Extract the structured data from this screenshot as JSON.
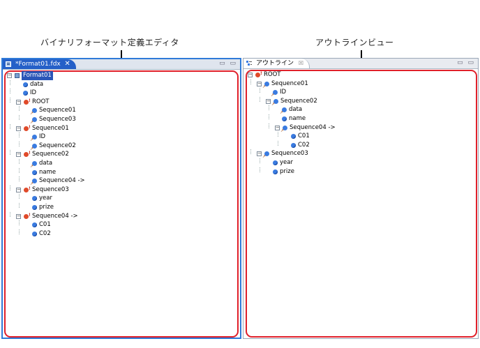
{
  "callouts": {
    "editor": "バイナリフォーマット定義エディタ",
    "outline": "アウトラインビュー"
  },
  "editor": {
    "tab_title": "*Format01.fdx",
    "tab_close": "✕",
    "window_controls": "▭ ▭",
    "tree": [
      {
        "label": "Format01",
        "depth": 0,
        "kind": "file",
        "expander": "−",
        "selected": true
      },
      {
        "label": "data",
        "depth": 1,
        "kind": "leaf"
      },
      {
        "label": "ID",
        "depth": 1,
        "kind": "leaf"
      },
      {
        "label": "ROOT",
        "depth": 1,
        "kind": "seq",
        "expander": "−"
      },
      {
        "label": "Sequence01",
        "depth": 2,
        "kind": "ref"
      },
      {
        "label": "Sequence03",
        "depth": 2,
        "kind": "ref"
      },
      {
        "label": "Sequence01",
        "depth": 1,
        "kind": "seq",
        "expander": "−"
      },
      {
        "label": "ID",
        "depth": 2,
        "kind": "ref"
      },
      {
        "label": "Sequence02",
        "depth": 2,
        "kind": "ref"
      },
      {
        "label": "Sequence02",
        "depth": 1,
        "kind": "seq",
        "expander": "−"
      },
      {
        "label": "data",
        "depth": 2,
        "kind": "ref"
      },
      {
        "label": "name",
        "depth": 2,
        "kind": "leaf"
      },
      {
        "label": "Sequence04 ->",
        "depth": 2,
        "kind": "ref"
      },
      {
        "label": "Sequence03",
        "depth": 1,
        "kind": "seq",
        "expander": "−"
      },
      {
        "label": "year",
        "depth": 2,
        "kind": "leaf"
      },
      {
        "label": "prize",
        "depth": 2,
        "kind": "leaf"
      },
      {
        "label": "Sequence04 ->",
        "depth": 1,
        "kind": "seq",
        "expander": "−"
      },
      {
        "label": "C01",
        "depth": 2,
        "kind": "leaf"
      },
      {
        "label": "C02",
        "depth": 2,
        "kind": "leaf"
      }
    ]
  },
  "outline": {
    "tab_title": "アウトライン",
    "tab_close": "☒",
    "window_controls": "▭ ▭",
    "tree": [
      {
        "label": "ROOT",
        "depth": 0,
        "kind": "seq",
        "expander": "−"
      },
      {
        "label": "Sequence01",
        "depth": 1,
        "kind": "ref",
        "expander": "−"
      },
      {
        "label": "ID",
        "depth": 2,
        "kind": "ref"
      },
      {
        "label": "Sequence02",
        "depth": 2,
        "kind": "ref",
        "expander": "−"
      },
      {
        "label": "data",
        "depth": 3,
        "kind": "ref"
      },
      {
        "label": "name",
        "depth": 3,
        "kind": "leaf"
      },
      {
        "label": "Sequence04 ->",
        "depth": 3,
        "kind": "ref",
        "expander": "−"
      },
      {
        "label": "C01",
        "depth": 4,
        "kind": "leaf"
      },
      {
        "label": "C02",
        "depth": 4,
        "kind": "leaf"
      },
      {
        "label": "Sequence03",
        "depth": 1,
        "kind": "ref",
        "expander": "−"
      },
      {
        "label": "year",
        "depth": 2,
        "kind": "leaf"
      },
      {
        "label": "prize",
        "depth": 2,
        "kind": "leaf"
      }
    ]
  },
  "colors": {
    "highlight_frame": "#e0202a",
    "active_border": "#2f7ad8",
    "active_tab": "#2560c8",
    "leaf_icon": "#3a7be0",
    "sequence_icon": "#e04a2a"
  }
}
